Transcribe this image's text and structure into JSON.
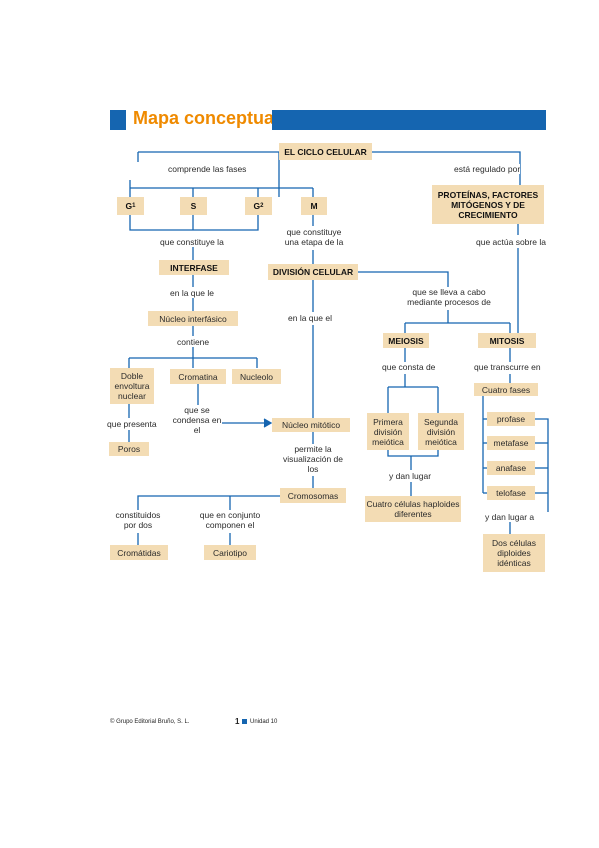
{
  "header": {
    "title": "Mapa conceptual"
  },
  "boxes": {
    "ciclo": "EL CICLO CELULAR",
    "proteinas": "PROTEÍNAS, FACTORES MITÓGENOS Y DE CRECIMIENTO",
    "g1": "G1",
    "s": "S",
    "g2": "G2",
    "m": "M",
    "interfase": "INTERFASE",
    "division": "DIVISIÓN CELULAR",
    "nucleo_interfasico": "Núcleo interfásico",
    "meiosis": "MEIOSIS",
    "mitosis": "MITOSIS",
    "doble_envoltura": "Doble envoltura nuclear",
    "cromatina": "Cromatina",
    "nucleolo": "Nucleolo",
    "primera_division": "Primera división meiótica",
    "segunda_division": "Segunda división meiótica",
    "cuatro_fases": "Cuatro fases",
    "profase": "profase",
    "metafase": "metafase",
    "anafase": "anafase",
    "telofase": "telofase",
    "poros": "Poros",
    "nucleo_mitotico": "Núcleo mitótico",
    "cuatro_celulas": "Cuatro células haploides diferentes",
    "cromosomas": "Cromosomas",
    "cromatidas": "Cromátidas",
    "cariotipo": "Cariotipo",
    "dos_celulas": "Dos células diploides idénticas"
  },
  "labels": {
    "comprende": "comprende las fases",
    "regulado": "está regulado por",
    "constituye_la": "que constituye la",
    "constituye_etapa": "que constituye una etapa de la",
    "actua": "que actúa sobre la",
    "en_la_que_le": "en la que le",
    "se_lleva": "que se lleva a cabo mediante procesos de",
    "en_la_que_el": "en la que el",
    "contiene": "contiene",
    "consta": "que consta de",
    "transcurre": "que transcurre en",
    "presenta": "que presenta",
    "condensa": "que se condensa en el",
    "dan_lugar_1": "y dan lugar",
    "permite": "permite la visualización de los",
    "dan_lugar_a": "y dan lugar a",
    "constituidos": "constituidos por dos",
    "conjunto": "que en conjunto componen el"
  },
  "footer": {
    "copyright": "© Grupo Editorial Bruño, S. L.",
    "page": "1",
    "unit": "Unidad 10"
  },
  "colors": {
    "blue": "#1565b0",
    "orange": "#ef8a00",
    "box": "#f3dcb4"
  }
}
